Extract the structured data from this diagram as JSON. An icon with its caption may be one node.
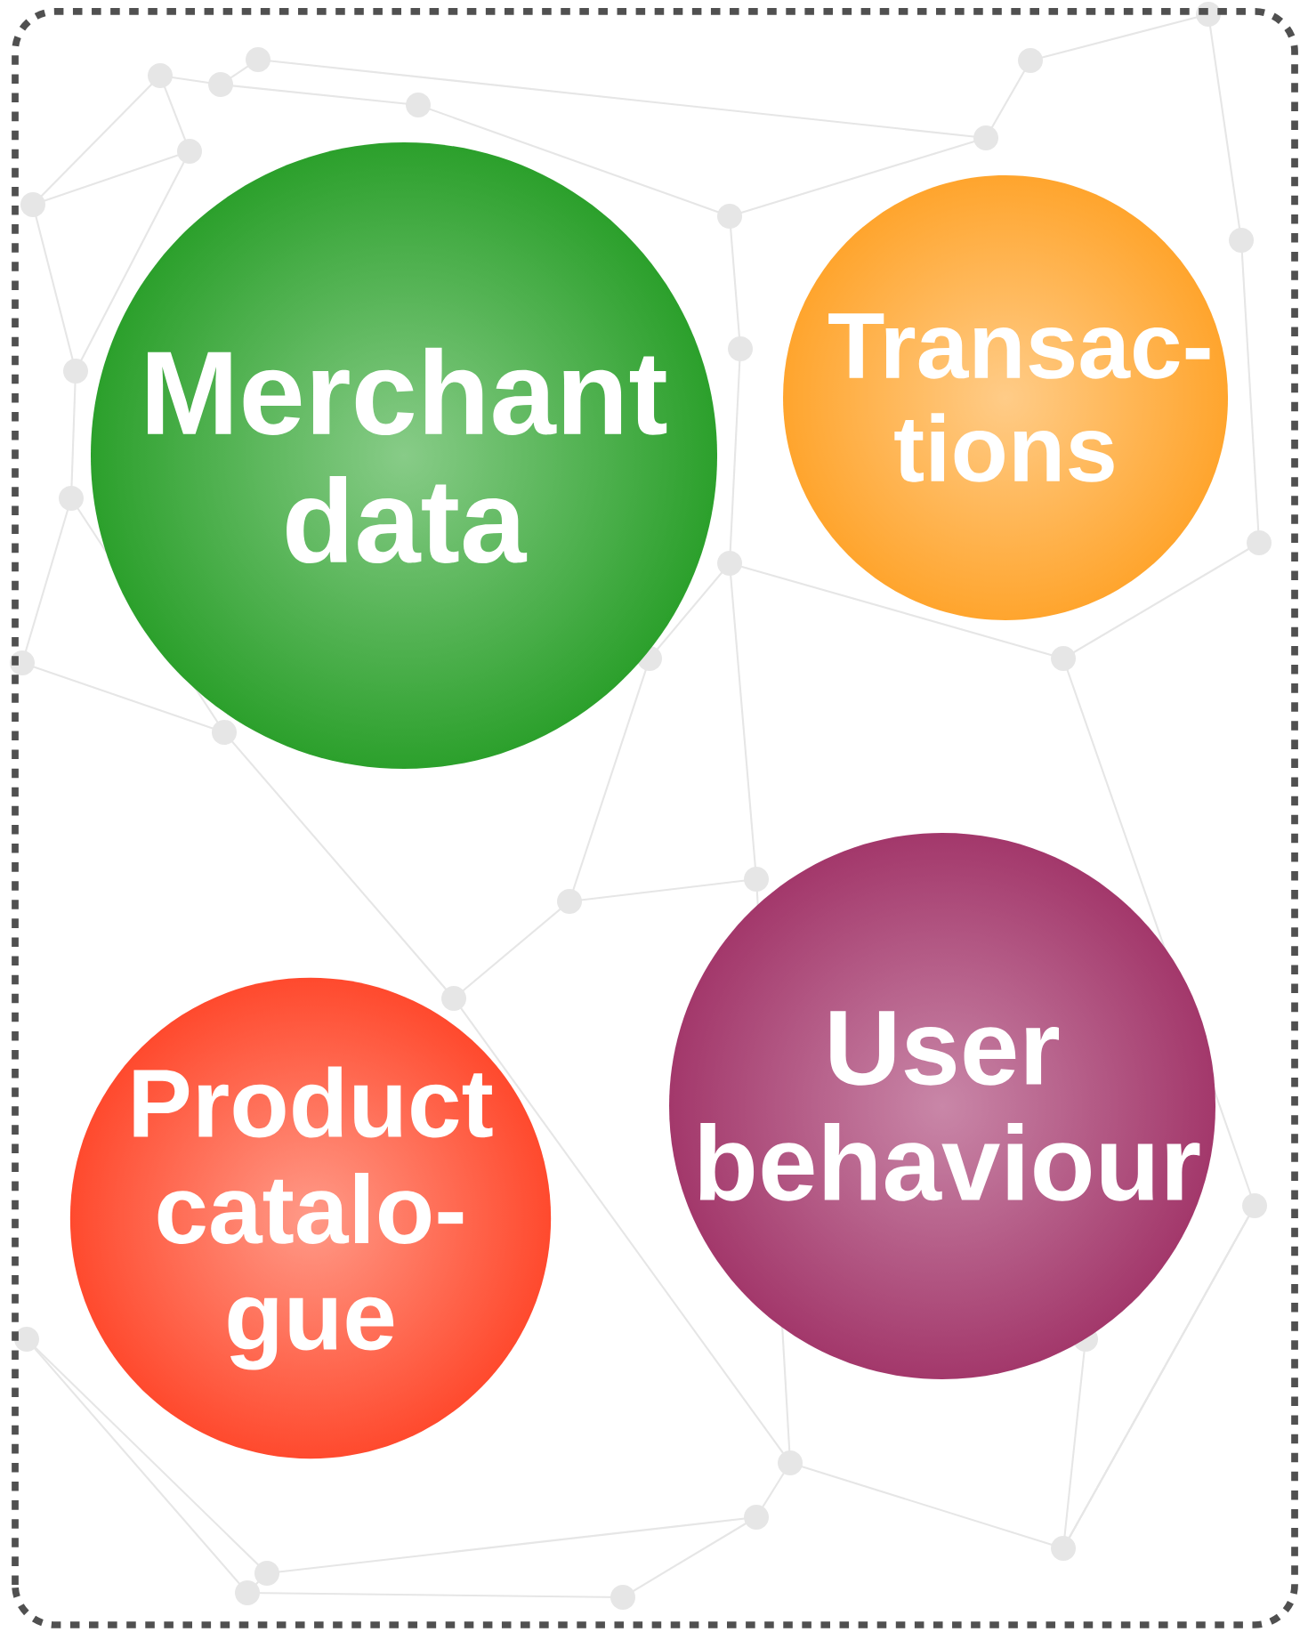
{
  "diagram": {
    "nodes": [
      {
        "text": [
          "Merchant data"
        ]
      },
      {
        "text": [
          "Transac- tions"
        ]
      },
      {
        "text": [
          "Product catalo- gue"
        ]
      },
      {
        "text": [
          "User behaviour"
        ]
      }
    ]
  }
}
